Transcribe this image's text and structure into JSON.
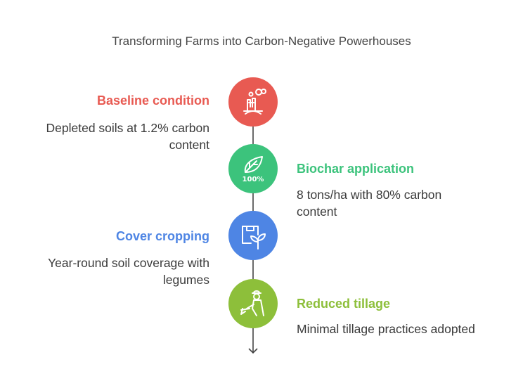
{
  "title": "Transforming Farms into Carbon-Negative Powerhouses",
  "colors": {
    "red": "#e85a52",
    "green": "#3cc37c",
    "blue": "#4e85e4",
    "lime": "#8dbf3a"
  },
  "steps": [
    {
      "title": "Baseline condition",
      "desc_line1": "Depleted soils at 1.2% carbon",
      "desc_line2": "content",
      "icon": "factory-smoke-icon"
    },
    {
      "title": "Biochar application",
      "desc_line1": "8 tons/ha with 80% carbon",
      "desc_line2": "content",
      "icon": "leaf-100-percent-icon",
      "icon_text": "100%"
    },
    {
      "title": "Cover cropping",
      "desc_line1": "Year-round soil coverage with",
      "desc_line2": "legumes",
      "icon": "box-sprout-icon"
    },
    {
      "title": "Reduced tillage",
      "desc_line1": "Minimal tillage practices adopted",
      "icon": "farmer-plow-icon"
    }
  ]
}
